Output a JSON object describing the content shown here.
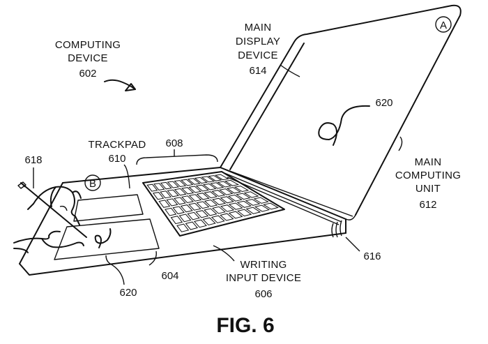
{
  "labels": {
    "computing_device_l1": "COMPUTING",
    "computing_device_l2": "DEVICE",
    "computing_device_num": "602",
    "main_display_l1": "MAIN",
    "main_display_l2": "DISPLAY",
    "main_display_l3": "DEVICE",
    "main_display_num": "614",
    "stroke_display_num": "620",
    "main_unit_l1": "MAIN",
    "main_unit_l2": "COMPUTING",
    "main_unit_l3": "UNIT",
    "main_unit_num": "612",
    "trackpad_l1": "TRACKPAD",
    "trackpad_num": "610",
    "keyboard_num": "608",
    "stylus_num": "618",
    "hinge_num": "616",
    "surface_num": "604",
    "stroke_surface_num": "620",
    "writing_l1": "WRITING",
    "writing_l2": "INPUT DEVICE",
    "writing_num": "606",
    "callout_a": "A",
    "callout_b": "B"
  },
  "figure_caption": "FIG. 6"
}
